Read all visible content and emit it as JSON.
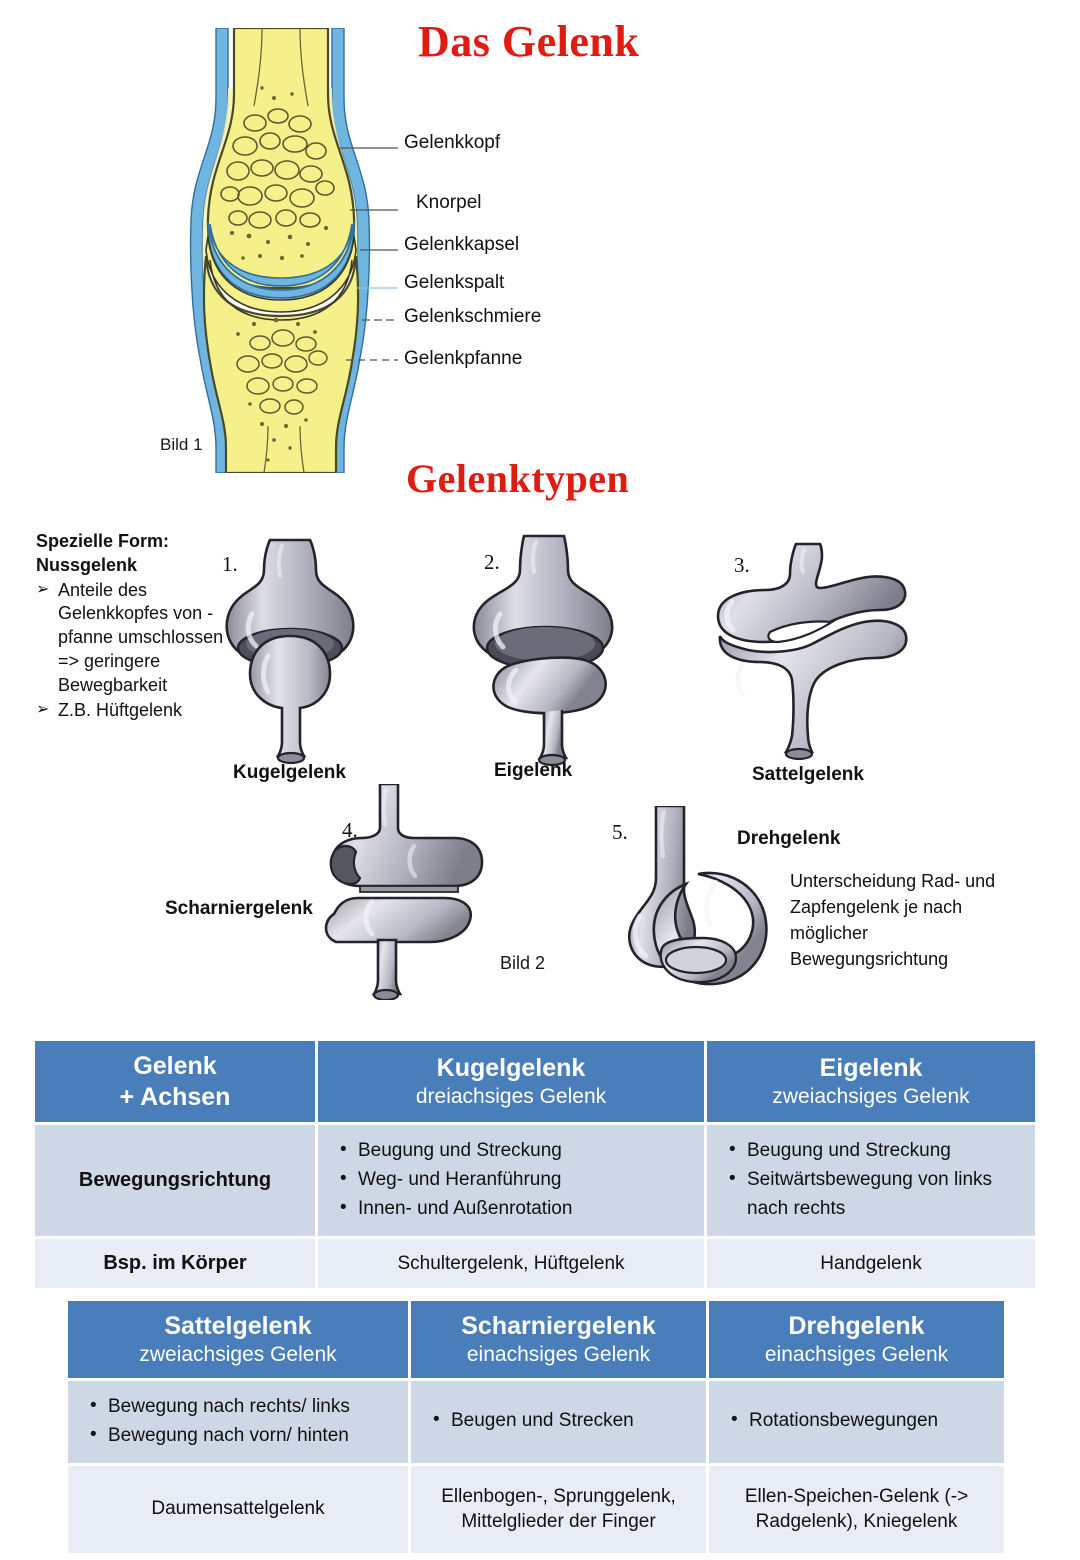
{
  "headings": {
    "main_title": "Das Gelenk",
    "section_title": "Gelenktypen"
  },
  "figure1": {
    "caption": "Bild 1",
    "labels": [
      "Gelenkkopf",
      "Knorpel",
      "Gelenkkapsel",
      "Gelenkspalt",
      "Gelenkschmiere",
      "Gelenkpfanne"
    ],
    "colors": {
      "bone": "#f5f08a",
      "cartilage": "#6fb5e0",
      "outline": "#2b2b2b"
    }
  },
  "figure2": {
    "caption": "Bild 2",
    "joints": [
      {
        "num": "1.",
        "label": "Kugelgelenk"
      },
      {
        "num": "2.",
        "label": "Eigelenk"
      },
      {
        "num": "3.",
        "label": "Sattelgelenk"
      },
      {
        "num": "4.",
        "label": "Scharniergelenk"
      },
      {
        "num": "5.",
        "label": "Drehgelenk"
      }
    ],
    "drehgelenk_note": "Unterscheidung Rad- und Zapfengelenk je nach möglicher Bewegungsrichtung"
  },
  "special_form": {
    "heading_line1": "Spezielle Form:",
    "heading_line2": "Nussgelenk",
    "bullets": [
      "Anteile des Gelenkkopfes von -pfanne umschlossen => geringere Bewegbarkeit",
      "Z.B. Hüftgelenk"
    ],
    "bullet_marker": "➢"
  },
  "table1": {
    "headers": [
      {
        "title": "Gelenk",
        "subtitle": "+ Achsen"
      },
      {
        "title": "Kugelgelenk",
        "subtitle": "dreiachsiges Gelenk"
      },
      {
        "title": "Eigelenk",
        "subtitle": "zweiachsiges Gelenk"
      }
    ],
    "rows": [
      {
        "label": "Bewegungsrichtung",
        "col2": [
          "Beugung und Streckung",
          "Weg- und Heranführung",
          "Innen- und Außenrotation"
        ],
        "col3": [
          "Beugung und Streckung",
          "Seitwärtsbewegung von links nach rechts"
        ]
      },
      {
        "label": "Bsp. im Körper",
        "col2_text": "Schultergelenk, Hüftgelenk",
        "col3_text": "Handgelenk"
      }
    ]
  },
  "table2": {
    "headers": [
      {
        "title": "Sattelgelenk",
        "subtitle": "zweiachsiges Gelenk"
      },
      {
        "title": "Scharniergelenk",
        "subtitle": "einachsiges Gelenk"
      },
      {
        "title": "Drehgelenk",
        "subtitle": "einachsiges Gelenk"
      }
    ],
    "movement_row": {
      "col1": [
        "Bewegung nach rechts/ links",
        "Bewegung nach vorn/ hinten"
      ],
      "col2": [
        "Beugen und Strecken"
      ],
      "col3": [
        "Rotationsbewegungen"
      ]
    },
    "example_row": {
      "col1": "Daumensattelgelenk",
      "col2": "Ellenbogen-, Sprunggelenk, Mittelglieder der Finger",
      "col3": "Ellen-Speichen-Gelenk (-> Radgelenk), Kniegelenk"
    }
  },
  "theme": {
    "header_blue": "#4A7EBB",
    "row_dark": "#CDD7E5",
    "row_light": "#E8ECF4",
    "title_red": "#e01b11"
  }
}
